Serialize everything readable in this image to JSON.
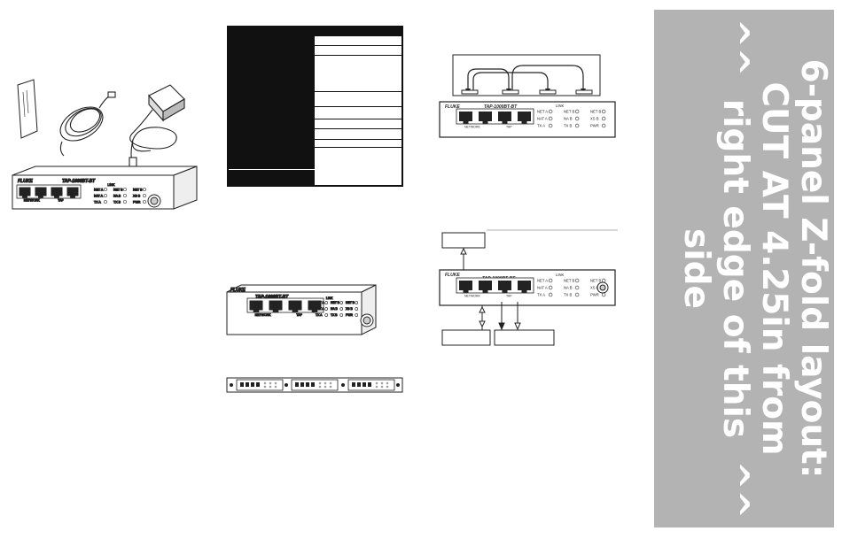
{
  "device": {
    "brand": "FLUKE",
    "model": "TAP-1000BT-BT",
    "port_group_network": "NETWORK",
    "port_group_tap": "TAP"
  },
  "leds": {
    "link": "LINK",
    "col1": [
      "NET A",
      "NAT A",
      "TX A"
    ],
    "col2": [
      "NET B",
      "NA B",
      "TX B"
    ],
    "col3": [
      "NET B",
      "XS B",
      "PWR"
    ]
  },
  "instruction": {
    "line1": "6-panel Z-fold layout:",
    "line2": "CUT AT 4.25in from",
    "arrow_left": "^^",
    "line3": "right edge of this side",
    "arrow_right": "^^"
  }
}
